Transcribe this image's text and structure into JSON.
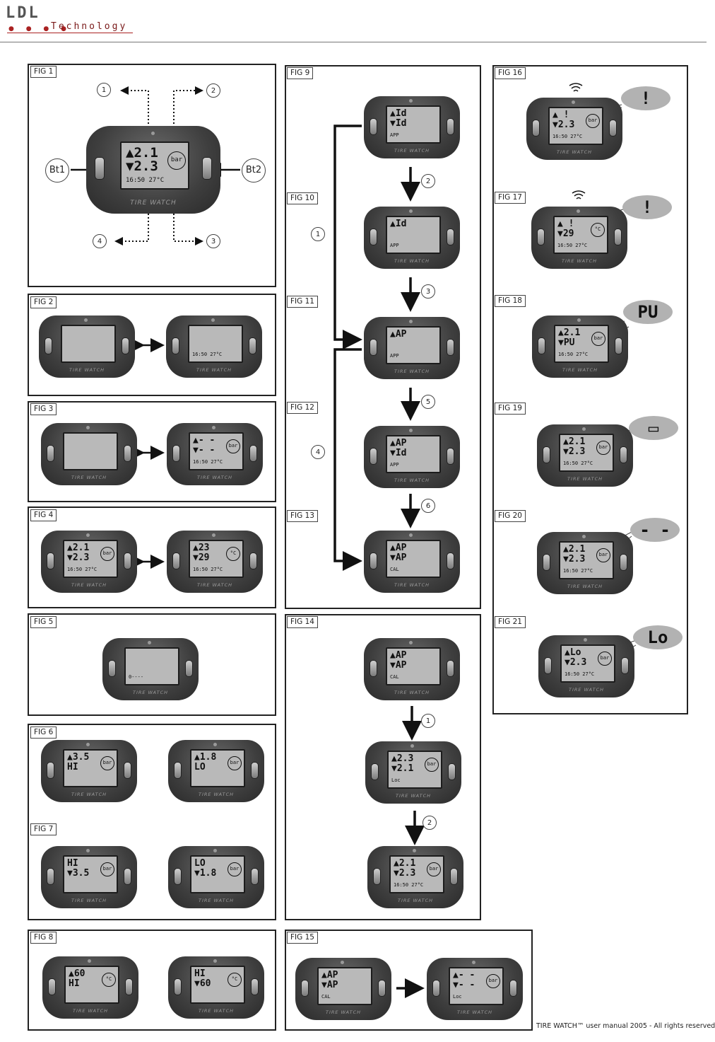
{
  "header": {
    "logo_text": "LDL",
    "logo_dots": "● ● ● ●",
    "logo_subtitle": "Technology"
  },
  "footer": "TIRE WATCH™ user manual 2005 - All rights reserved",
  "brand": "TIRE WATCH",
  "fig1": {
    "label": "FIG 1",
    "buttons": [
      "Bt1",
      "Bt2"
    ],
    "callouts": [
      "1",
      "2",
      "3",
      "4"
    ],
    "device": {
      "line1": "▲2.1",
      "line2": "▼2.3",
      "line3": "16:50   27°C",
      "unit": "bar"
    }
  },
  "fig2": {
    "label": "FIG 2",
    "devices": [
      {
        "line1": "",
        "line2": "",
        "line3": "",
        "unit": ""
      },
      {
        "line1": "",
        "line2": "",
        "line3": "16:50   27°C",
        "unit": ""
      }
    ]
  },
  "fig3": {
    "label": "FIG 3",
    "devices": [
      {
        "line1": "",
        "line2": "",
        "line3": "",
        "unit": ""
      },
      {
        "line1": "▲- -",
        "line2": "▼- -",
        "line3": "16:50   27°C",
        "unit": "bar"
      }
    ]
  },
  "fig4": {
    "label": "FIG 4",
    "devices": [
      {
        "line1": "▲2.1",
        "line2": "▼2.3",
        "line3": "16:50   27°C",
        "unit": "bar"
      },
      {
        "line1": "▲23",
        "line2": "▼29",
        "line3": "16:50   27°C",
        "unit": "°C"
      }
    ]
  },
  "fig5": {
    "label": "FIG 5",
    "device": {
      "line1": "",
      "line2": "",
      "line3": "0----",
      "unit": ""
    }
  },
  "fig6": {
    "label": "FIG 6",
    "devices": [
      {
        "line1": "▲3.5",
        "line2": " HI",
        "line3": "",
        "unit": "bar"
      },
      {
        "line1": "▲1.8",
        "line2": " LO",
        "line3": "",
        "unit": "bar"
      }
    ]
  },
  "fig7": {
    "label": "FIG 7",
    "devices": [
      {
        "line1": " HI",
        "line2": "▼3.5",
        "line3": "",
        "unit": "bar"
      },
      {
        "line1": " LO",
        "line2": "▼1.8",
        "line3": "",
        "unit": "bar"
      }
    ]
  },
  "fig8": {
    "label": "FIG 8",
    "devices": [
      {
        "line1": "▲60",
        "line2": " HI",
        "line3": "",
        "unit": "°C"
      },
      {
        "line1": " HI",
        "line2": "▼60",
        "line3": "",
        "unit": "°C"
      }
    ]
  },
  "fig9": {
    "label": "FIG 9",
    "device": {
      "line1": "▲Id",
      "line2": "▼Id",
      "line3": "APP",
      "unit": ""
    }
  },
  "fig10": {
    "label": "FIG 10",
    "device": {
      "line1": "▲Id",
      "line2": "",
      "line3": "APP",
      "unit": ""
    }
  },
  "fig11": {
    "label": "FIG 11",
    "device": {
      "line1": "▲AP",
      "line2": "",
      "line3": "APP",
      "unit": ""
    }
  },
  "fig12": {
    "label": "FIG 12",
    "device": {
      "line1": "▲AP",
      "line2": "▼Id",
      "line3": "APP",
      "unit": ""
    }
  },
  "fig13": {
    "label": "FIG 13",
    "device": {
      "line1": "▲AP",
      "line2": "▼AP",
      "line3": "CAL",
      "unit": ""
    }
  },
  "flow_steps": [
    "1",
    "2",
    "3",
    "4",
    "5",
    "6"
  ],
  "fig14": {
    "label": "FIG 14",
    "steps": [
      "1",
      "2"
    ],
    "devices": [
      {
        "line1": "▲AP",
        "line2": "▼AP",
        "line3": "CAL",
        "unit": ""
      },
      {
        "line1": "▲2.3",
        "line2": "▼2.1",
        "line3": "Loc",
        "unit": "bar"
      },
      {
        "line1": "▲2.1",
        "line2": "▼2.3",
        "line3": "16:50   27°C",
        "unit": "bar"
      }
    ]
  },
  "fig15": {
    "label": "FIG 15",
    "devices": [
      {
        "line1": "▲AP",
        "line2": "▼AP",
        "line3": "CAL",
        "unit": ""
      },
      {
        "line1": "▲- -",
        "line2": "▼- -",
        "line3": "Loc",
        "unit": "bar"
      }
    ]
  },
  "fig16": {
    "label": "FIG 16",
    "bubble": "!",
    "device": {
      "line1": "▲ !",
      "line2": "▼2.3",
      "line3": "16:50   27°C",
      "unit": "bar"
    }
  },
  "fig17": {
    "label": "FIG 17",
    "bubble": "!",
    "device": {
      "line1": "▲ !",
      "line2": "▼29",
      "line3": "16:50   27°C",
      "unit": "°C"
    }
  },
  "fig18": {
    "label": "FIG 18",
    "bubble": "PU",
    "device": {
      "line1": "▲2.1",
      "line2": "▼PU",
      "line3": "16:50   27°C",
      "unit": "bar"
    }
  },
  "fig19": {
    "label": "FIG 19",
    "bubble": "▭",
    "device": {
      "line1": "▲2.1",
      "line2": "▼2.3",
      "line3": "16:50   27°C",
      "unit": "bar"
    }
  },
  "fig20": {
    "label": "FIG 20",
    "bubble": "- -",
    "device": {
      "line1": "▲2.1",
      "line2": "▼2.3",
      "line3": "16:50   27°C",
      "unit": "bar"
    }
  },
  "fig21": {
    "label": "FIG 21",
    "bubble": "Lo",
    "device": {
      "line1": "▲Lo",
      "line2": "▼2.3",
      "line3": "16:50   27°C",
      "unit": "bar"
    }
  }
}
